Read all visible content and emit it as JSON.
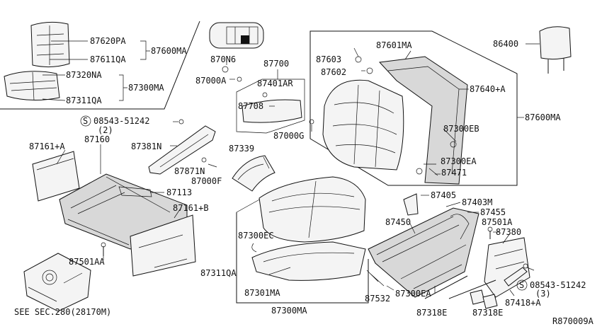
{
  "labels": {
    "p87620pa": "87620PA",
    "p87611qa": "87611QA",
    "p87600ma_top": "87600MA",
    "p87320na": "87320NA",
    "p87311qa_top": "87311QA",
    "p87300ma_top": "87300MA",
    "p870n6": "870N6",
    "p87000a": "87000A",
    "p87700": "87700",
    "p87401ar": "87401AR",
    "p87708": "87708",
    "p87000g": "87000G",
    "p87601ma": "87601MA",
    "p87603": "87603",
    "p87602": "87602",
    "p86400": "86400",
    "p87640a": "87640+A",
    "p87600ma_right": "87600MA",
    "p87300eb": "87300EB",
    "p87300ea_top": "87300EA",
    "p87471": "87471",
    "s08543_top": "08543-51242",
    "s2": "(2)",
    "p87161a": "87161+A",
    "p87160": "87160",
    "p87381n": "87381N",
    "p87339": "87339",
    "p87871n": "87871N",
    "p87000f": "87000F",
    "p87113": "87113",
    "p87161b": "87161+B",
    "p87405": "87405",
    "p87403m": "87403M",
    "p87455": "87455",
    "p87450": "87450",
    "p87501a": "87501A",
    "p87380": "87380",
    "p87300ec": "87300EC",
    "p87311qa_bottom": "87311QA",
    "p87501aa": "87501AA",
    "p87301ma": "87301MA",
    "p87532": "87532",
    "p87300ea_bottom": "87300EA",
    "s08543_bottom": "08543-51242",
    "s3": "(3)",
    "p87418a": "87418+A",
    "p87318e_a": "87318E",
    "p87318e_b": "87318E",
    "p87300ma_bottom": "87300MA",
    "see_sec": "SEE SEC.280(28170M)",
    "ref_code": "R870009A",
    "s_symbol": "S"
  }
}
